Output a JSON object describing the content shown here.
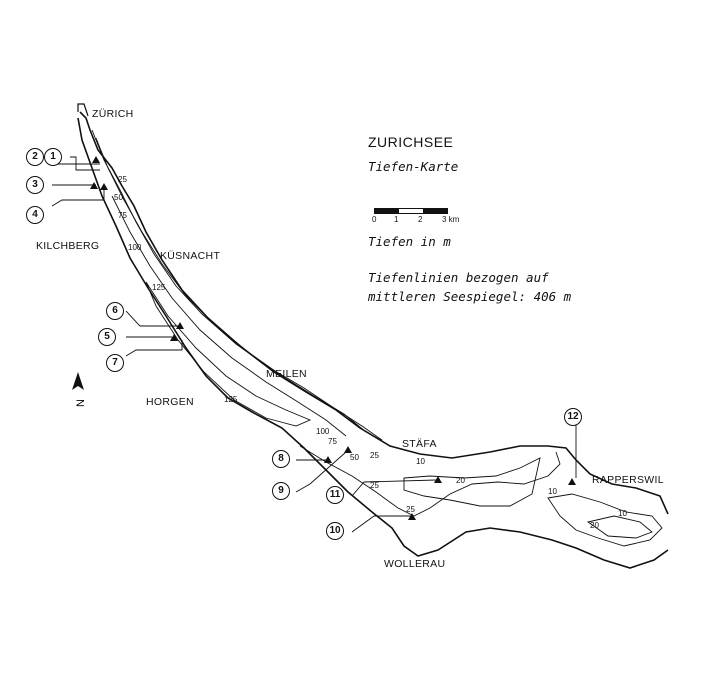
{
  "map": {
    "title": "ZURICHSEE",
    "subtitle": "Tiefen-Karte",
    "depth_unit": "Tiefen in m",
    "note_line1": "Tiefenlinien bezogen auf",
    "note_line2": "mittleren Seespiegel: 406 m",
    "scale": {
      "labels": [
        "0",
        "1",
        "2",
        "3 km"
      ]
    },
    "places": {
      "zurich": "ZÜRICH",
      "kilchberg": "KILCHBERG",
      "kusnacht": "KÜSNACHT",
      "meilen": "MEILEN",
      "horgen": "HORGEN",
      "stafa": "STÄFA",
      "rapperswil": "RAPPERSWIL",
      "wollerau": "WOLLERAU"
    },
    "stations": [
      "1",
      "2",
      "3",
      "4",
      "5",
      "6",
      "7",
      "8",
      "9",
      "10",
      "11",
      "12"
    ],
    "depth_labels": [
      "25",
      "50",
      "75",
      "100",
      "125",
      "125",
      "100",
      "75",
      "50",
      "25",
      "10",
      "25",
      "20",
      "10",
      "10",
      "20",
      "25"
    ],
    "north_label": "N",
    "line_color": "#111111",
    "background": "#ffffff"
  }
}
